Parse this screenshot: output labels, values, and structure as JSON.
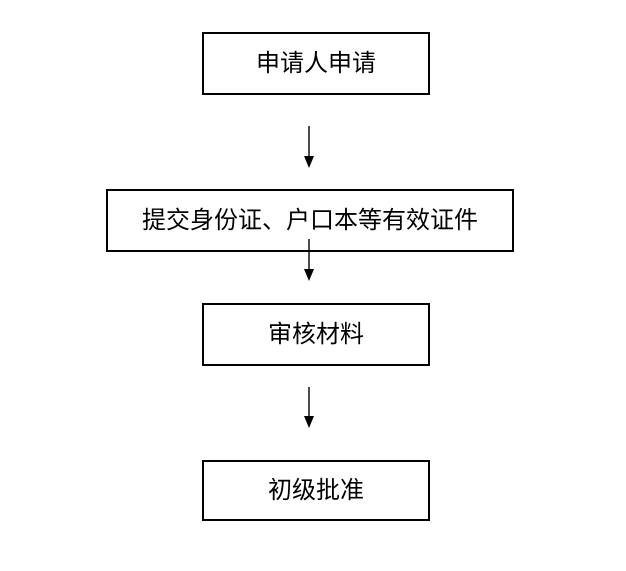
{
  "diagram": {
    "type": "flowchart",
    "direction": "top-down",
    "nodes": [
      {
        "label": "申请人申请"
      },
      {
        "label": "提交身份证、户口本等有效证件"
      },
      {
        "label": "审核材料"
      },
      {
        "label": "初级批准"
      }
    ],
    "connections": [
      {
        "from": "申请人申请",
        "to": "提交身份证、户口本等有效证件"
      },
      {
        "from": "提交身份证、户口本等有效证件",
        "to": "审核材料"
      },
      {
        "from": "审核材料",
        "to": "初级批准"
      }
    ],
    "colors": {
      "background": "#ffffff",
      "node_border": "#000000",
      "text": "#000000",
      "arrow": "#000000"
    }
  }
}
